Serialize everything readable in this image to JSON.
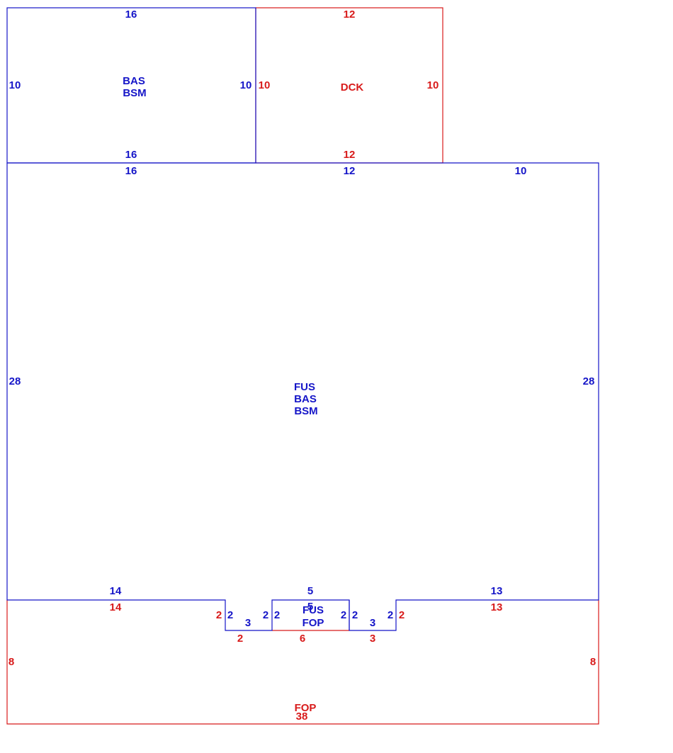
{
  "colors": {
    "primary": "#1515c8",
    "secondary": "#d81a1a",
    "background": "#ffffff"
  },
  "areas": {
    "bas_top": {
      "line1": "BAS",
      "line2": "BSM"
    },
    "dck": {
      "line1": "DCK"
    },
    "main": {
      "line1": "FUS",
      "line2": "BAS",
      "line3": "BSM"
    },
    "porch_center": {
      "line1": "FUS",
      "line2": "FOP"
    },
    "fop": {
      "line1": "FOP"
    }
  },
  "dims": {
    "bas_top_top": "16",
    "bas_top_left": "10",
    "bas_top_right": "10",
    "bas_top_bottom": "16",
    "dck_top": "12",
    "dck_left": "10",
    "dck_right": "10",
    "dck_bottom": "12",
    "main_top_left": "16",
    "main_top_mid": "12",
    "main_top_right": "10",
    "main_left": "28",
    "main_right": "28",
    "main_bottom_left": "14",
    "main_bottom_right": "13",
    "notch_center_top": "5",
    "notch_center_inner": "5",
    "notch_left_outer": "2",
    "notch_left_bottom": "3",
    "notch_left_inner": "2",
    "notch_center_left": "2",
    "notch_center_right": "2",
    "notch_right_inner": "2",
    "notch_right_bottom": "3",
    "notch_right_outer": "2",
    "fop_top_left": "14",
    "fop_top_right": "13",
    "fop_notch_left": "2",
    "fop_notch_right": "2",
    "fop_bottom_left_seg": "2",
    "fop_center_seg": "6",
    "fop_bottom_right_seg": "3",
    "fop_left": "8",
    "fop_right": "8",
    "fop_bottom": "38"
  }
}
